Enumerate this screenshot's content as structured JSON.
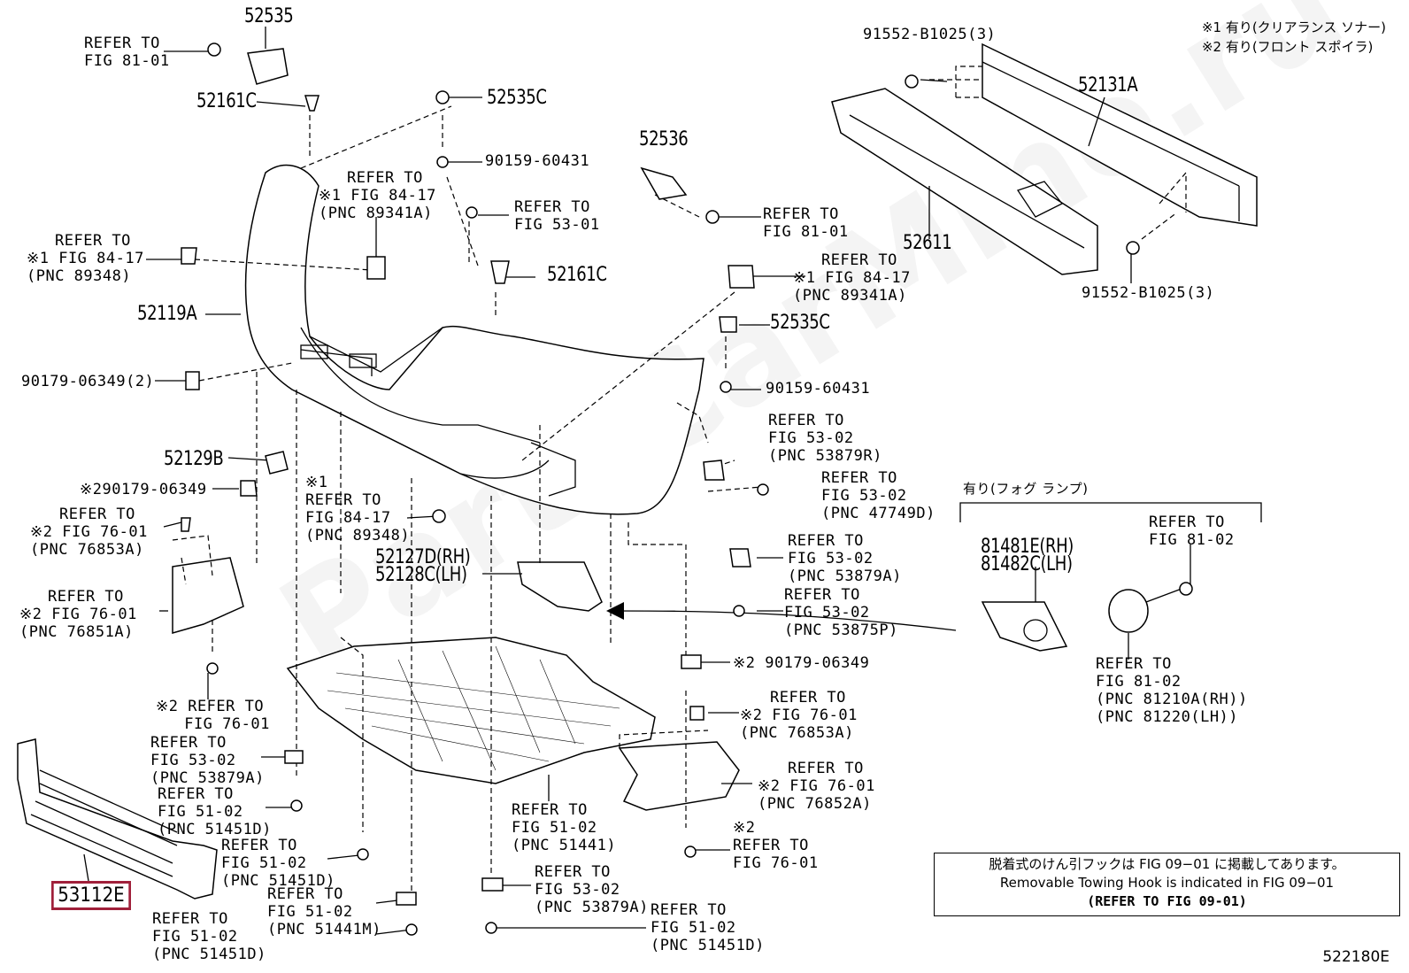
{
  "watermark": "PartsCarMine.ru",
  "legend": [
    "※1 有り(クリアランス ソナー)",
    "※2 有り(フロント スポイラ)"
  ],
  "fog_lamp_group": "有り(フォグ ランプ)",
  "figure_id": "522180E",
  "note": {
    "line1": "脱着式のけん引フックは FIG 09−01 に掲載してあります。",
    "line2": "Removable Towing Hook is indicated in FIG 09−01",
    "line3": "(REFER TO FIG 09-01)"
  },
  "parts": {
    "p52535": "52535",
    "p52161c_a": "52161C",
    "p52535c_a": "52535C",
    "p90159_a": "90159-60431",
    "p52536": "52536",
    "p91552_a": "91552-B1025(3)",
    "p52131a": "52131A",
    "p52611": "52611",
    "p91552_b": "91552-B1025(3)",
    "p52161c_b": "52161C",
    "p52119a": "52119A",
    "p90179_a": "90179-06349(2)",
    "p52535c_b": "52535C",
    "p90159_b": "90159-60431",
    "p52129b": "52129B",
    "p90179_b": "※290179-06349",
    "p52127d": "52127D(RH)",
    "p52128c": "52128C(LH)",
    "p81481e": "81481E(RH)",
    "p81482c": "81482C(LH)",
    "p90179_c": "※2 90179-06349",
    "p53112e": "53112E"
  },
  "refs": {
    "r_fig81_a": "REFER TO\nFIG 81-01",
    "r_fig84_a": "※1 FIG 84-17\n(PNC 89341A)",
    "r_fig84_a_head": "REFER TO",
    "r_fig53_a": "REFER TO\nFIG 53-01",
    "r_fig81_b": "REFER TO\nFIG 81-01",
    "r_fig84_b_head": "REFER TO",
    "r_fig84_b": "※1 FIG 84-17\n(PNC 89348)",
    "r_fig84_c_head": "REFER TO",
    "r_fig84_c": "※1 FIG 84-17\n(PNC 89341A)",
    "r_fig53_b": "REFER TO\nFIG 53-02\n(PNC 53879R)",
    "r_fig53_c": "REFER TO\nFIG 53-02\n(PNC 47749D)",
    "r_fig84_d": "※1\nREFER TO\nFIG 84-17\n(PNC 89348)",
    "r_fig76_a_head": "REFER TO",
    "r_fig76_a": "※2 FIG 76-01\n(PNC 76853A)",
    "r_fig76_b_head": "REFER TO",
    "r_fig76_b": "※2 FIG 76-01\n(PNC 76851A)",
    "r_fig53_d": "REFER TO\nFIG 53-02\n(PNC 53879A)",
    "r_fig53_e": "REFER TO\nFIG 53-02\n(PNC 53875P)",
    "r_fig81_c": "REFER TO\nFIG 81-02",
    "r_fig81_d": "REFER TO\nFIG 81-02\n(PNC 81210A(RH))\n(PNC 81220(LH))",
    "r_fig76_c": "※2 REFER TO\n   FIG 76-01",
    "r_fig53_f": "REFER TO\nFIG 53-02\n(PNC 53879A)",
    "r_fig51_a": "REFER TO\nFIG 51-02\n(PNC 51451D)",
    "r_fig51_b": "REFER TO\nFIG 51-02\n(PNC 51451D)",
    "r_fig51_c": "REFER TO\nFIG 51-02\n(PNC 51441M)",
    "r_fig51_d": "REFER TO\nFIG 51-02\n(PNC 51451D)",
    "r_fig51_e": "REFER TO\nFIG 51-02\n(PNC 51441)",
    "r_fig53_g": "REFER TO\nFIG 53-02\n(PNC 53879A)",
    "r_fig51_f": "REFER TO\nFIG 51-02\n(PNC 51451D)",
    "r_fig76_d_head": "REFER TO",
    "r_fig76_d": "※2 FIG 76-01\n(PNC 76853A)",
    "r_fig76_e_head": "REFER TO",
    "r_fig76_e": "※2 FIG 76-01\n(PNC 76852A)",
    "r_fig76_f": "※2\nREFER TO\nFIG 76-01"
  }
}
